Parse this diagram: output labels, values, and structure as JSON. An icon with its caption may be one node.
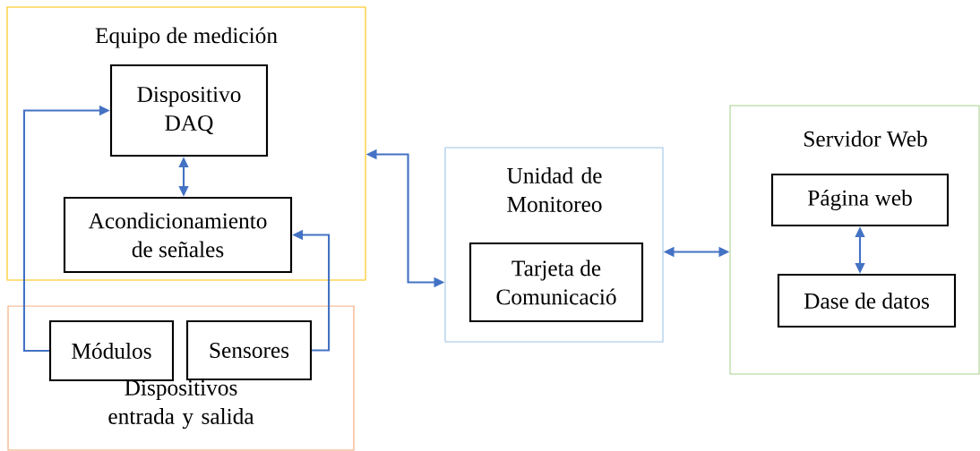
{
  "diagram": {
    "nodes": [
      {
        "text": [
          "Equipo de medición"
        ]
      },
      {
        "text": [
          "Dispositivo DAQ"
        ],
        "in": 0
      },
      {
        "text": [
          "Acondicionamiento de señales"
        ],
        "in": 0
      },
      {
        "text": [
          "Dispositivos entrada y salida"
        ]
      },
      {
        "text": [
          "Módulos"
        ],
        "in": 3
      },
      {
        "text": [
          "Sensores"
        ],
        "in": 3
      },
      {
        "text": [
          "Unidad de Monitoreo"
        ]
      },
      {
        "text": [
          "Tarjeta de Comunicació"
        ],
        "in": 6
      },
      {
        "text": [
          "Servidor Web"
        ]
      },
      {
        "text": [
          "Página web"
        ],
        "in": 8
      },
      {
        "text": [
          "Dase de datos"
        ],
        "in": 8
      }
    ],
    "edges": [
      {
        "from": 4,
        "to": 1,
        "arrow": "to"
      },
      {
        "from": 5,
        "to": 2,
        "arrow": "to"
      },
      {
        "from": 1,
        "to": 2,
        "arrow": "both"
      },
      {
        "from": 0,
        "to": 6,
        "arrow": "both"
      },
      {
        "from": 6,
        "to": 8,
        "arrow": "both"
      },
      {
        "from": 9,
        "to": 10,
        "arrow": "both"
      }
    ]
  }
}
